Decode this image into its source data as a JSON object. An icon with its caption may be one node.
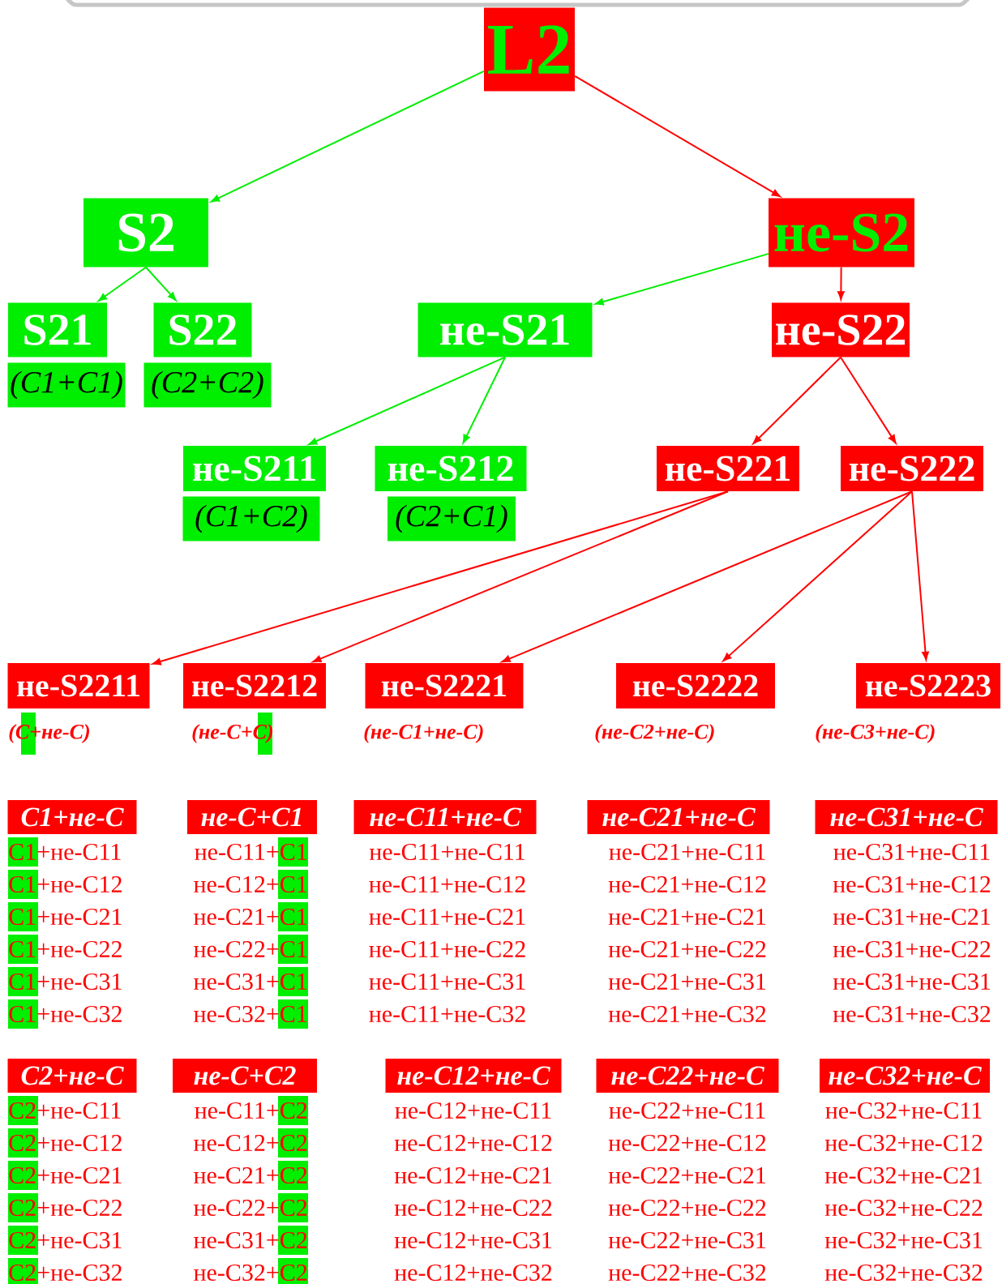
{
  "diagram": {
    "nodes": [
      {
        "text": [
          "L2"
        ]
      },
      {
        "text": [
          "S2"
        ]
      },
      {
        "text": [
          "не-S2"
        ]
      },
      {
        "text": [
          "S21"
        ]
      },
      {
        "text": [
          "S22"
        ]
      },
      {
        "text": [
          "не-S21"
        ]
      },
      {
        "text": [
          "не-S22"
        ]
      },
      {
        "text": [
          "(C1+C1)"
        ]
      },
      {
        "text": [
          "(C2+C2)"
        ]
      },
      {
        "text": [
          "не-S211"
        ]
      },
      {
        "text": [
          "не-S212"
        ]
      },
      {
        "text": [
          "не-S221"
        ]
      },
      {
        "text": [
          "не-S222"
        ]
      },
      {
        "text": [
          "(C1+C2)"
        ]
      },
      {
        "text": [
          "(C2+C1)"
        ]
      },
      {
        "text": [
          "не-S2211"
        ],
        "beside": [
          "(C+не-C)"
        ]
      },
      {
        "text": [
          "не-S2212"
        ],
        "beside": [
          "(не-C+C)"
        ]
      },
      {
        "text": [
          "не-S2221"
        ],
        "beside": [
          "(не-C1+не-C)"
        ]
      },
      {
        "text": [
          "не-S2222"
        ],
        "beside": [
          "(не-C2+не-C)"
        ]
      },
      {
        "text": [
          "не-S2223"
        ],
        "beside": [
          "(не-C3+не-C)"
        ]
      },
      {
        "text": [
          "C1+не-C"
        ]
      },
      {
        "text": [
          "не-C+C1"
        ]
      },
      {
        "text": [
          "не-C11+не-C"
        ]
      },
      {
        "text": [
          "не-C21+не-C"
        ]
      },
      {
        "text": [
          "не-C31+не-C"
        ]
      },
      {
        "text": [
          "C2+не-C"
        ]
      },
      {
        "text": [
          "не-C+C2"
        ]
      },
      {
        "text": [
          "не-C12+не-C"
        ]
      },
      {
        "text": [
          "не-C22+не-C"
        ]
      },
      {
        "text": [
          "не-C32+не-C"
        ]
      }
    ],
    "edges": [
      {
        "from": 0,
        "to": 1,
        "arrow": "to",
        "color": "#00ee00"
      },
      {
        "from": 0,
        "to": 2,
        "arrow": "to"
      },
      {
        "from": 1,
        "to": 3,
        "arrow": "to",
        "color": "#00ee00"
      },
      {
        "from": 1,
        "to": 4,
        "arrow": "to",
        "color": "#00ee00"
      },
      {
        "from": 2,
        "to": 5,
        "arrow": "to",
        "color": "#00ee00"
      },
      {
        "from": 2,
        "to": 6,
        "arrow": "to"
      },
      {
        "from": 5,
        "to": 9,
        "arrow": "to",
        "color": "#00ee00"
      },
      {
        "from": 5,
        "to": 10,
        "arrow": "to",
        "color": "#00ee00"
      },
      {
        "from": 6,
        "to": 11,
        "arrow": "to"
      },
      {
        "from": 6,
        "to": 12,
        "arrow": "to"
      },
      {
        "from": 11,
        "to": 15,
        "arrow": "to"
      },
      {
        "from": 11,
        "to": 16,
        "arrow": "to"
      },
      {
        "from": 12,
        "to": 17,
        "arrow": "to"
      },
      {
        "from": 12,
        "to": 18,
        "arrow": "to"
      },
      {
        "from": 12,
        "to": 19,
        "arrow": "to"
      }
    ],
    "labels": [
      "C1+не-C11",
      "не-C11+C1",
      "не-C11+не-C11",
      "не-C21+не-C11",
      "не-C31+не-C11",
      "C1+не-C12",
      "не-C12+C1",
      "не-C11+не-C12",
      "не-C21+не-C12",
      "не-C31+не-C12",
      "C1+не-C21",
      "не-C21+C1",
      "не-C11+не-C21",
      "не-C21+не-C21",
      "не-C31+не-C21",
      "C1+не-C22",
      "не-C22+C1",
      "не-C11+не-C22",
      "не-C21+не-C22",
      "не-C31+не-C22",
      "C1+не-C31",
      "не-C31+C1",
      "не-C11+не-C31",
      "не-C21+не-C31",
      "не-C31+не-C31",
      "C1+не-C32",
      "не-C32+C1",
      "не-C11+не-C32",
      "не-C21+не-C32",
      "не-C31+не-C32",
      "C2+не-C11",
      "не-C11+C2",
      "не-C12+не-C11",
      "не-C22+не-C11",
      "не-C32+не-C11",
      "C2+не-C12",
      "не-C12+C2",
      "не-C12+не-C12",
      "не-C22+не-C12",
      "не-C32+не-C12",
      "C2+не-C21",
      "не-C21+C2",
      "не-C12+не-C21",
      "не-C22+не-C21",
      "не-C32+не-C21",
      "C2+не-C22",
      "не-C22+C2",
      "не-C12+не-C22",
      "не-C22+не-C22",
      "не-C32+не-C22",
      "C2+не-C31",
      "не-C31+C2",
      "не-C12+не-C31",
      "не-C22+не-C31",
      "не-C32+не-C31",
      "C2+не-C32",
      "не-C32+C2",
      "не-C12+не-C32",
      "не-C22+не-C32",
      "не-C32+не-C32"
    ]
  }
}
